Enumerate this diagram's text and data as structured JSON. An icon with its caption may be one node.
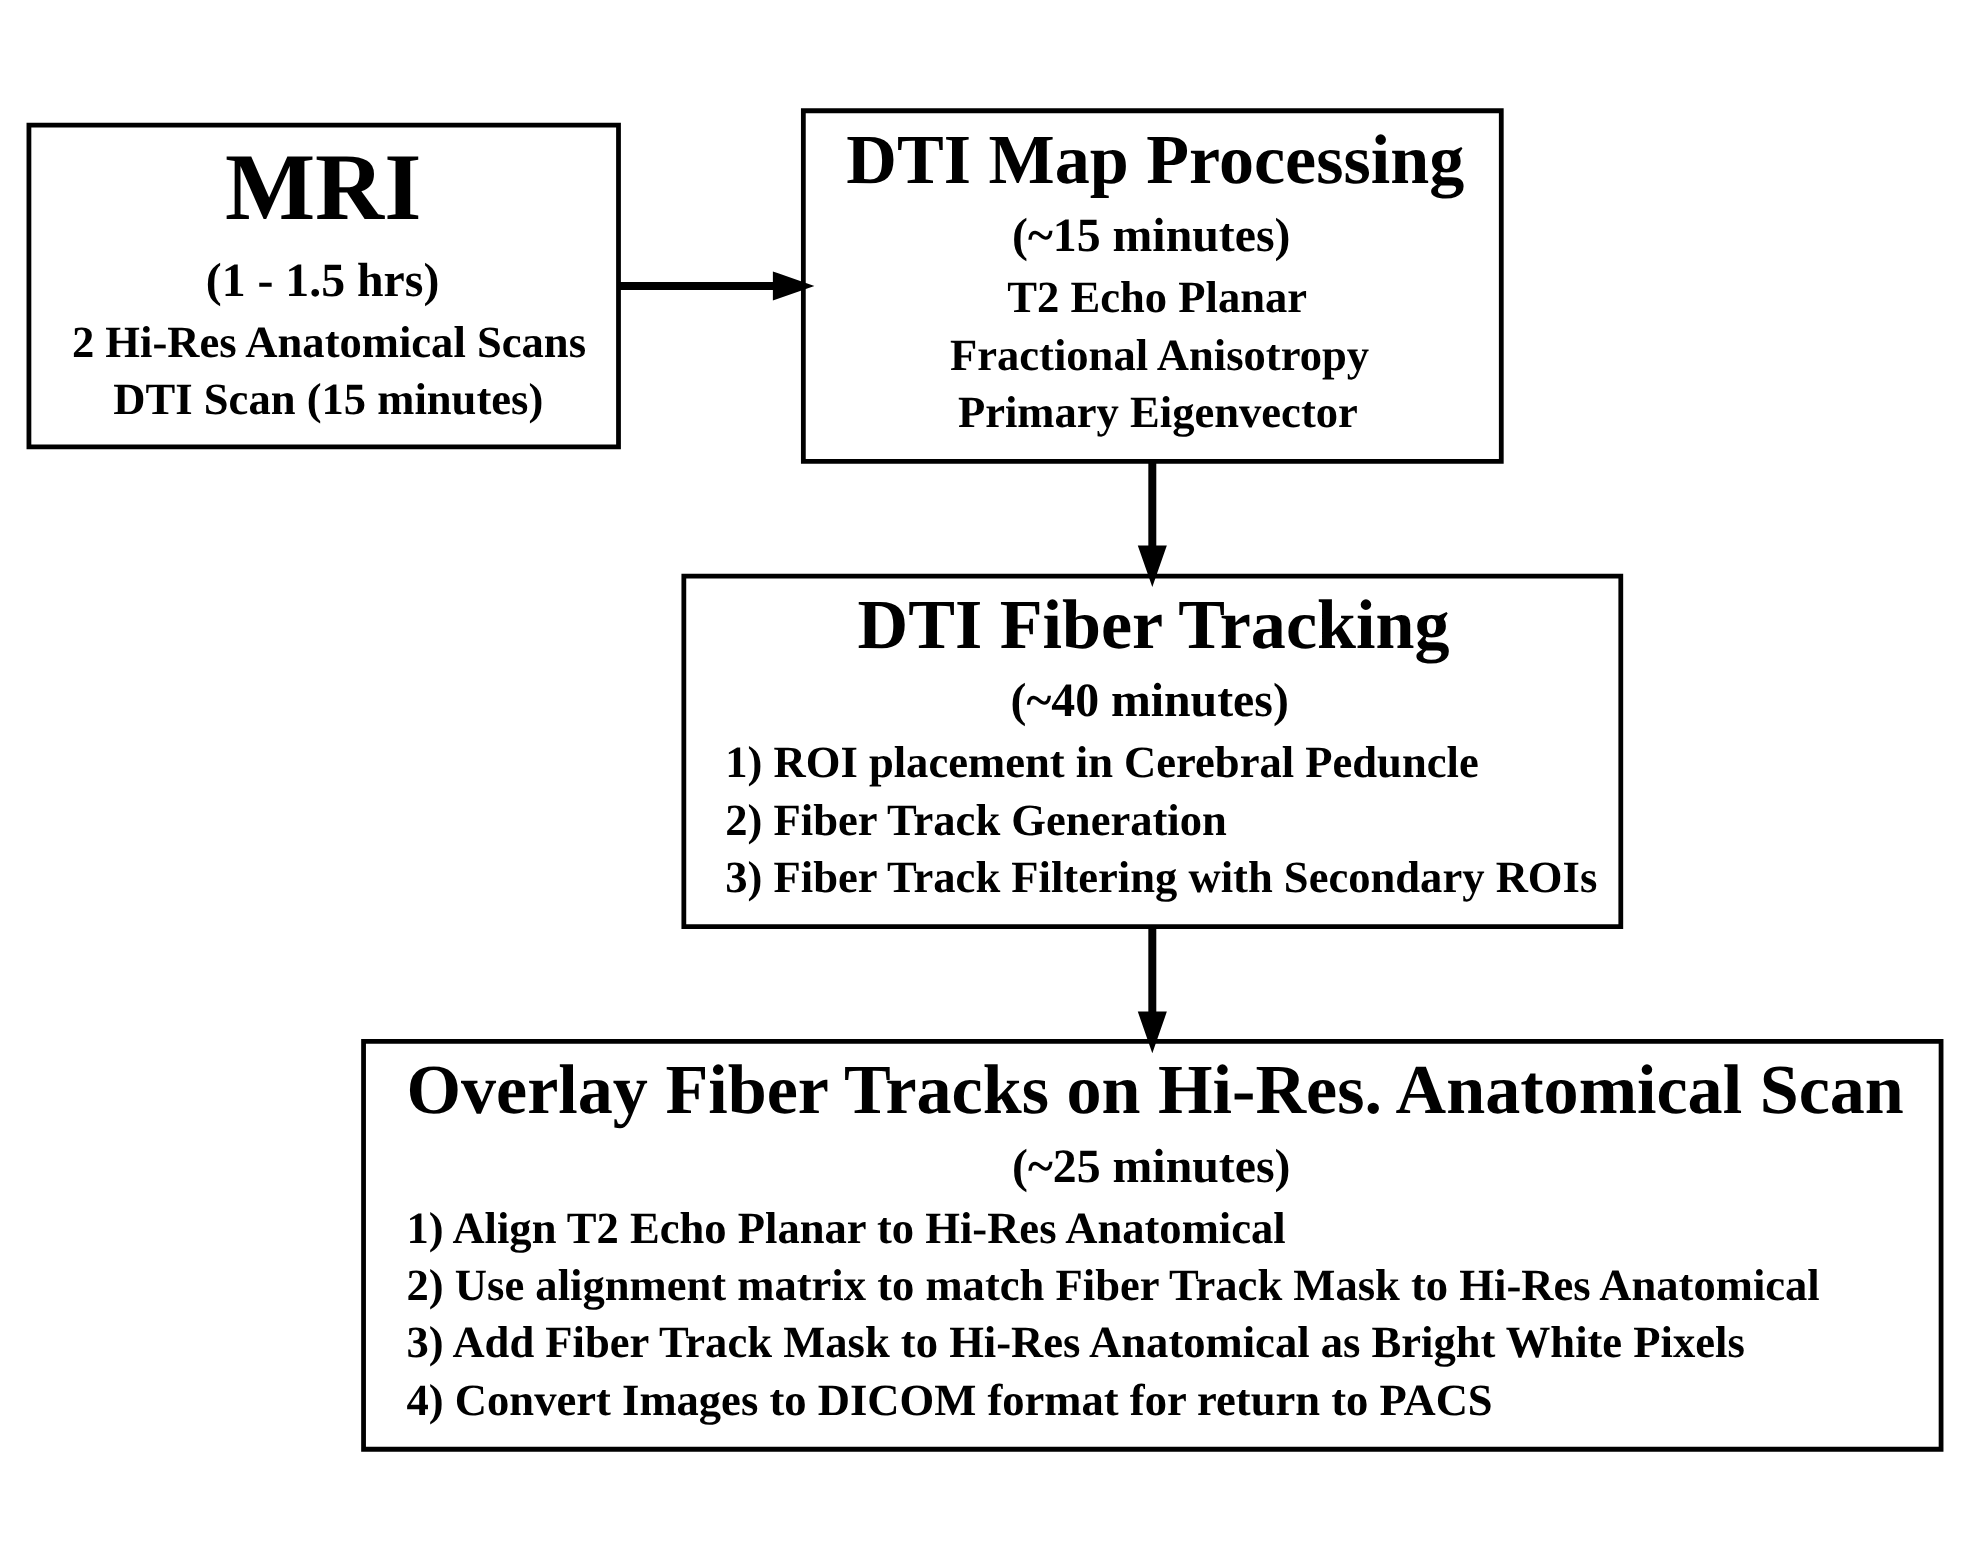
{
  "diagram": {
    "nodes": [
      {
        "text": [
          "MRI",
          "(1 - 1.5 hrs)",
          "2 Hi-Res Anatomical Scans",
          "DTI Scan (15 minutes)"
        ]
      },
      {
        "text": [
          "DTI Map Processing",
          "(~15 minutes)",
          "T2 Echo Planar",
          "Fractional Anisotropy",
          "Primary Eigenvector"
        ]
      },
      {
        "text": [
          "DTI Fiber Tracking",
          "(~40 minutes)",
          "1) ROI placement in Cerebral Peduncle",
          "2) Fiber Track Generation",
          "3) Fiber Track Filtering with Secondary ROIs"
        ]
      },
      {
        "text": [
          "Overlay Fiber Tracks on Hi-Res. Anatomical Scan",
          "(~25 minutes)",
          "1) Align T2 Echo Planar to Hi-Res Anatomical",
          "2) Use alignment matrix to match Fiber Track Mask to Hi-Res Anatomical",
          "3) Add Fiber Track Mask to Hi-Res Anatomical as Bright White Pixels",
          "4) Convert Images to DICOM format for return to PACS"
        ]
      }
    ],
    "edges": [
      {
        "from": 0,
        "to": 1,
        "arrow": "to"
      },
      {
        "from": 1,
        "to": 2,
        "arrow": "to"
      },
      {
        "from": 2,
        "to": 3,
        "arrow": "to"
      }
    ]
  }
}
